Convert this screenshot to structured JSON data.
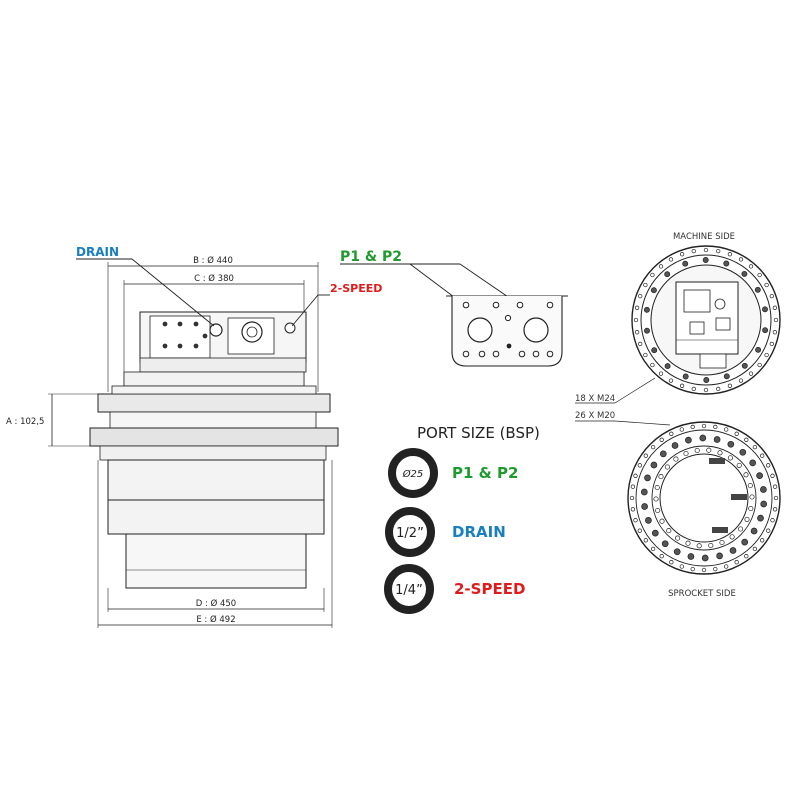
{
  "labels": {
    "drain": "DRAIN",
    "two_speed": "2-SPEED",
    "p1_p2": "P1 & P2"
  },
  "dimensions": {
    "b": "B : Ø 440",
    "c": "C : Ø 380",
    "a": "A : 102,5",
    "d": "D : Ø 450",
    "e": "E : Ø 492"
  },
  "port_size": {
    "title": "PORT SIZE (BSP)",
    "rows": [
      {
        "size": "Ø25",
        "name": "P1 & P2",
        "color": "#1f9a2e"
      },
      {
        "size": "1/2”",
        "name": "DRAIN",
        "color": "#1a7fc0"
      },
      {
        "size": "1/4”",
        "name": "2-SPEED",
        "color": "#e01b1b"
      }
    ]
  },
  "side_views": {
    "machine_side": "MACHINE SIDE",
    "sprocket_side": "SPROCKET SIDE",
    "bolts_machine": "18 X M24",
    "bolts_sprocket": "26 X M20"
  }
}
